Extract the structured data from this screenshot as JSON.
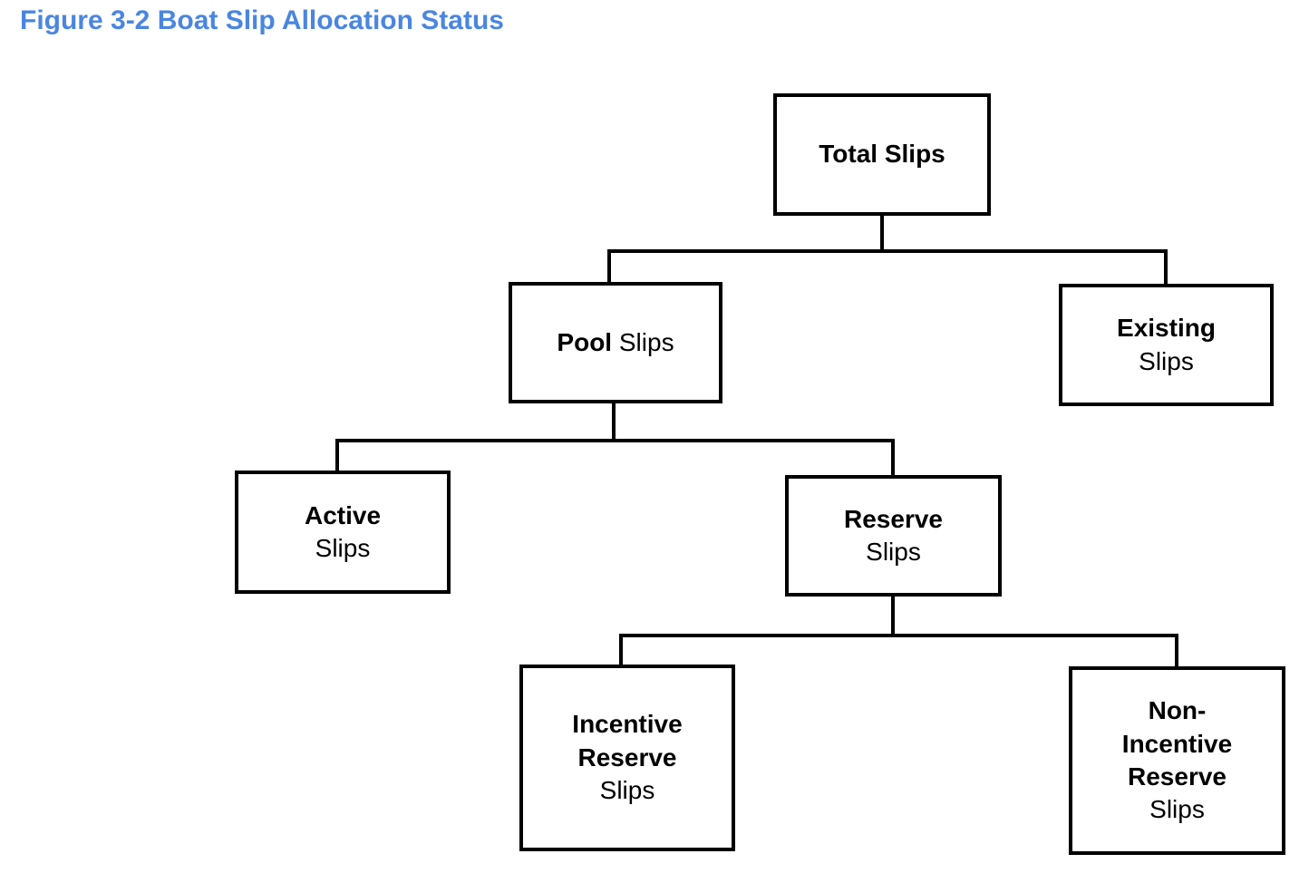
{
  "figure_title": "Figure 3-2 Boat Slip Allocation Status",
  "colors": {
    "title_blue": "#4a86e0",
    "line_black": "#000000",
    "box_background": "#ffffff"
  },
  "nodes": {
    "total": {
      "bold_text": "Total Slips"
    },
    "pool": {
      "bold_text": "Pool",
      "regular_text": " Slips"
    },
    "existing": {
      "bold_lines": [
        "Existing"
      ],
      "regular_line": "Slips"
    },
    "active": {
      "bold_lines": [
        "Active"
      ],
      "regular_line": "Slips"
    },
    "reserve": {
      "bold_lines": [
        "Reserve"
      ],
      "regular_line": "Slips"
    },
    "incentive": {
      "bold_lines": [
        "Incentive",
        "Reserve"
      ],
      "regular_line": "Slips"
    },
    "non_incentive": {
      "bold_lines": [
        "Non-",
        "Incentive",
        "Reserve"
      ],
      "regular_line": "Slips"
    }
  },
  "hierarchy": [
    {
      "parent": "Total Slips",
      "child": "Pool Slips"
    },
    {
      "parent": "Total Slips",
      "child": "Existing Slips"
    },
    {
      "parent": "Pool Slips",
      "child": "Active Slips"
    },
    {
      "parent": "Pool Slips",
      "child": "Reserve Slips"
    },
    {
      "parent": "Reserve Slips",
      "child": "Incentive Reserve Slips"
    },
    {
      "parent": "Reserve Slips",
      "child": "Non-Incentive Reserve Slips"
    }
  ]
}
